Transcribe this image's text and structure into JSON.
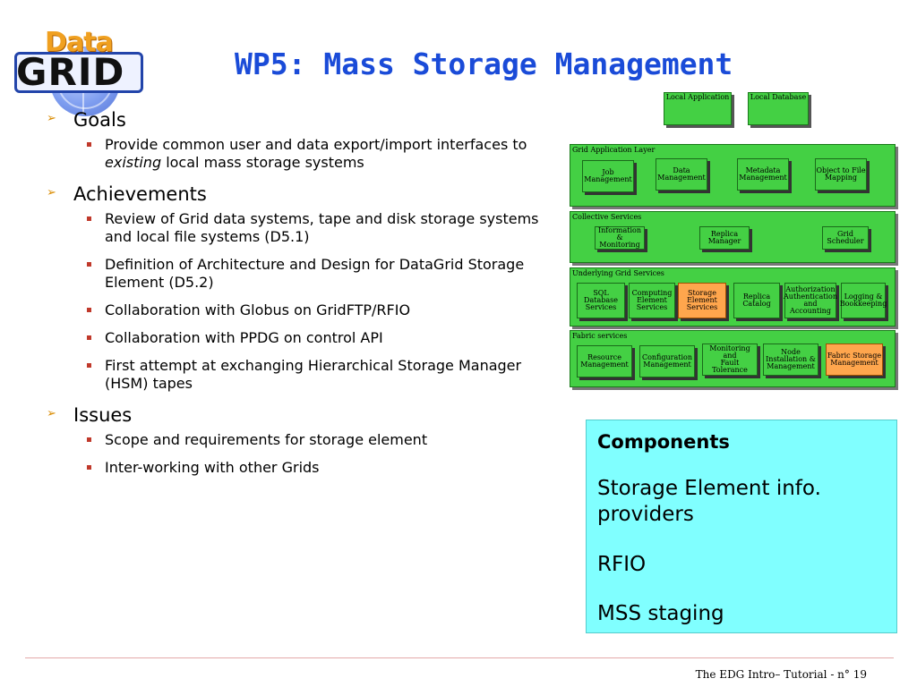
{
  "logo": {
    "top_word": "Data",
    "bottom_word": "GRID"
  },
  "title": "WP5: Mass Storage Management",
  "sections": [
    {
      "heading": "Goals",
      "items": [
        {
          "before": "Provide common user and data export/import interfaces to ",
          "em": "existing",
          "after": " local mass storage systems"
        }
      ]
    },
    {
      "heading": "Achievements",
      "items": [
        {
          "text": "Review of Grid data systems, tape and disk storage systems and local file systems (D5.1)"
        },
        {
          "text": "Definition of Architecture and Design for DataGrid Storage Element (D5.2)"
        },
        {
          "text": "Collaboration with Globus on GridFTP/RFIO"
        },
        {
          "text": "Collaboration with PPDG on control API"
        },
        {
          "text": "First attempt at exchanging Hierarchical Storage Manager (HSM) tapes"
        }
      ]
    },
    {
      "heading": "Issues",
      "items": [
        {
          "text": "Scope and requirements for storage element"
        },
        {
          "text": "Inter-working with other Grids"
        }
      ]
    }
  ],
  "diagram": {
    "top_boxes": [
      "Local Application",
      "Local Database"
    ],
    "layers": [
      {
        "label": "Grid Application Layer",
        "components": [
          "Job\nManagement",
          "Data\nManagement",
          "Metadata\nManagement",
          "Object to File\nMapping"
        ],
        "highlighted": []
      },
      {
        "label": "Collective Services",
        "components": [
          "Information &\nMonitoring",
          "Replica\nManager",
          "Grid\nScheduler"
        ],
        "highlighted": []
      },
      {
        "label": "Underlying Grid Services",
        "components": [
          "SQL Database\nServices",
          "Computing\nElement\nServices",
          "Storage\nElement\nServices",
          "Replica\nCatalog",
          "Authorization\nAuthentication\nand Accounting",
          "Logging &\nBookkeeping"
        ],
        "highlighted": [
          "Storage\nElement\nServices"
        ]
      },
      {
        "label": "Fabric services",
        "components": [
          "Resource\nManagement",
          "Configuration\nManagement",
          "Monitoring\nand\nFault Tolerance",
          "Node\nInstallation &\nManagement",
          "Fabric Storage\nManagement"
        ],
        "highlighted": [
          "Fabric Storage\nManagement"
        ]
      }
    ],
    "colors": {
      "green": "#44d044",
      "orange": "#ffa64d"
    }
  },
  "components_box": {
    "heading": "Components",
    "items": [
      "Storage Element  info. providers",
      "RFIO",
      "MSS staging"
    ],
    "background": "#80ffff"
  },
  "footer": "The EDG Intro– Tutorial - n° 19"
}
